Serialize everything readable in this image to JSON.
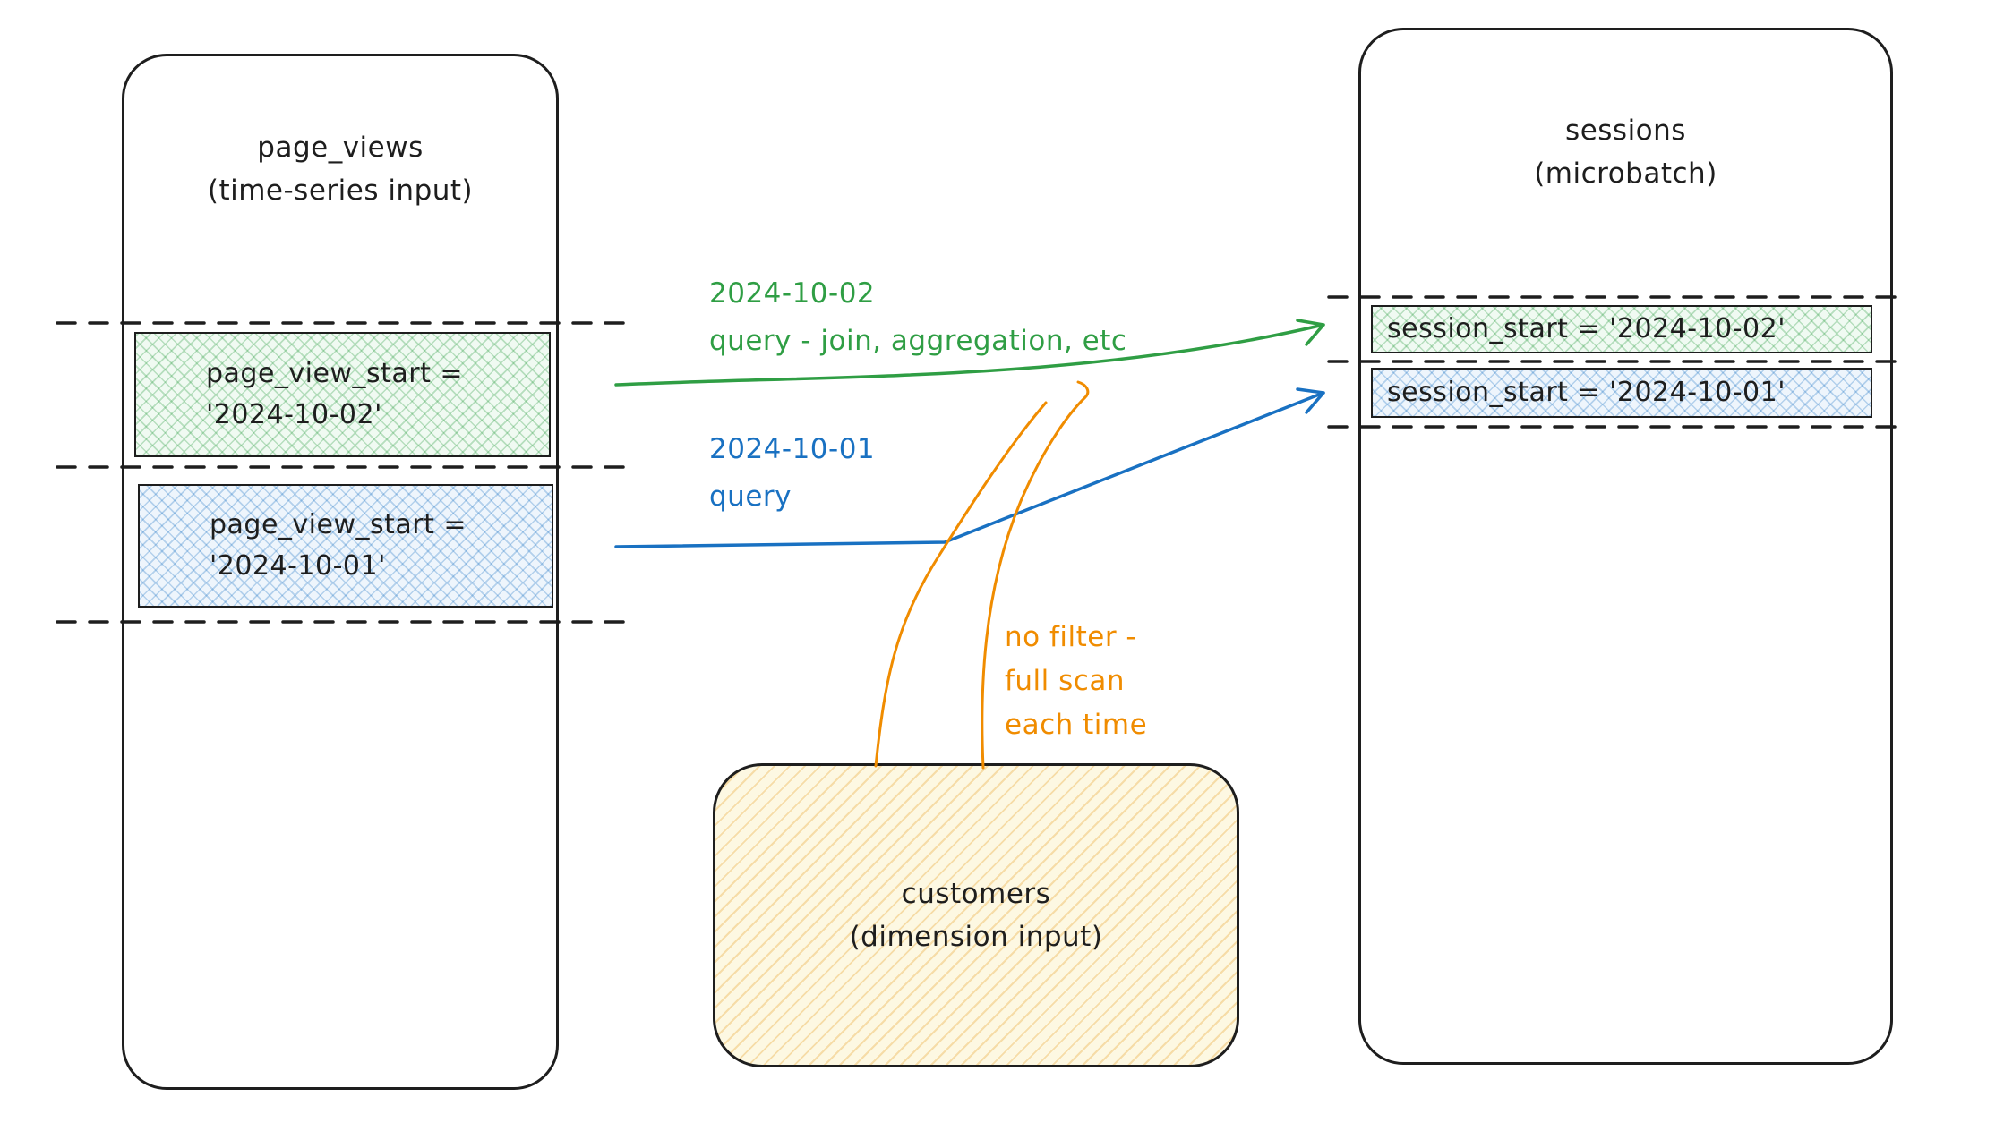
{
  "page_views": {
    "title": "page_views",
    "subtitle": "(time-series input)",
    "rows": {
      "green": {
        "line1": "page_view_start =",
        "line2": "'2024-10-02'"
      },
      "blue": {
        "line1": "page_view_start =",
        "line2": "'2024-10-01'"
      }
    }
  },
  "sessions": {
    "title": "sessions",
    "subtitle": "(microbatch)",
    "rows": {
      "green": "session_start = '2024-10-02'",
      "blue": "session_start = '2024-10-01'"
    }
  },
  "customers": {
    "title": "customers",
    "subtitle": "(dimension input)"
  },
  "annotations": {
    "green_query": {
      "line1": "2024-10-02",
      "line2": "query - join, aggregation, etc"
    },
    "blue_query": {
      "line1": "2024-10-01",
      "line2": "query"
    },
    "orange_note": {
      "line1": "no filter -",
      "line2": "full scan",
      "line3": "each time"
    }
  },
  "colors": {
    "ink": "#1e1e1e",
    "green": "#2f9e44",
    "blue": "#1971c2",
    "orange": "#f08c00"
  }
}
